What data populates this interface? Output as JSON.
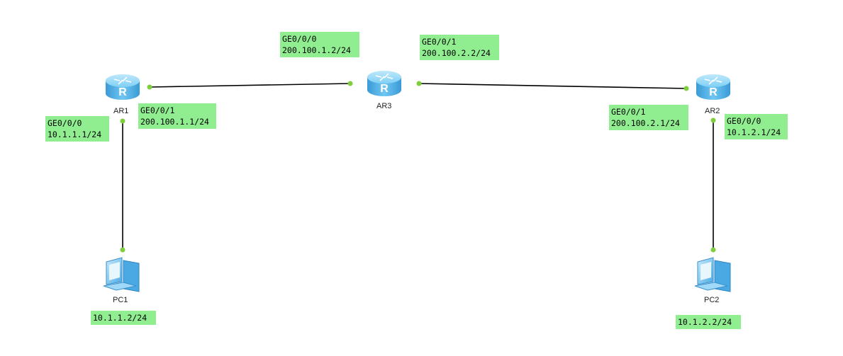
{
  "devices": {
    "ar1": {
      "name": "AR1",
      "type": "router-icon"
    },
    "ar2": {
      "name": "AR2",
      "type": "router-icon"
    },
    "ar3": {
      "name": "AR3",
      "type": "router-icon"
    },
    "pc1": {
      "name": "PC1",
      "type": "pc-icon"
    },
    "pc2": {
      "name": "PC2",
      "type": "pc-icon"
    }
  },
  "notes": {
    "ar1_ge000": {
      "iface": "GE0/0/0",
      "ip": "10.1.1.1/24"
    },
    "ar1_ge001": {
      "iface": "GE0/0/1",
      "ip": "200.100.1.1/24"
    },
    "ar3_ge000": {
      "iface": "GE0/0/0",
      "ip": "200.100.1.2/24"
    },
    "ar3_ge001": {
      "iface": "GE0/0/1",
      "ip": "200.100.2.2/24"
    },
    "ar2_ge001": {
      "iface": "GE0/0/1",
      "ip": "200.100.2.1/24"
    },
    "ar2_ge000": {
      "iface": "GE0/0/0",
      "ip": "10.1.2.1/24"
    },
    "pc1_ip": {
      "ip": "10.1.1.2/24"
    },
    "pc2_ip": {
      "ip": "10.1.2.2/24"
    }
  },
  "colors": {
    "note_bg": "#90ee90",
    "port_dot": "#7dcf3c",
    "link": "#000000",
    "router_body": "#5ab8ea",
    "pc_body": "#7cc6f0"
  }
}
